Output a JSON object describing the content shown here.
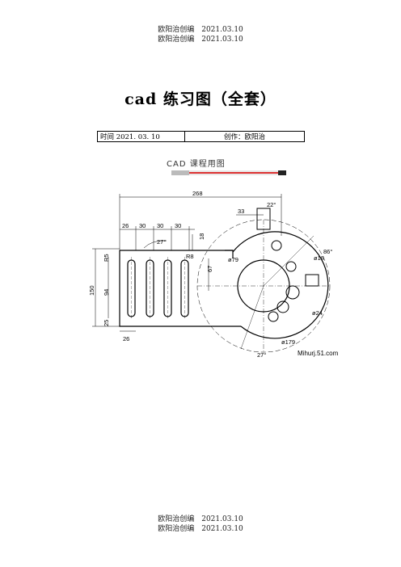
{
  "header": {
    "line1": "欧阳治创编　2021.03.10",
    "line2": "欧阳治创编　2021.03.10"
  },
  "title": "cad 练习图（全套）",
  "info": {
    "time": "时间 2021. 03. 10",
    "author": "创作：欧阳治"
  },
  "course_label": "CAD 课程用图",
  "dimensions": {
    "overall": "268",
    "d1": "26",
    "d2": "30",
    "d3": "30",
    "d4": "30",
    "angle_top": "27°",
    "d33": "33",
    "angle22": "22°",
    "h18": "18",
    "r5": "R5",
    "r8": "R8",
    "v67": "67",
    "v150": "150",
    "v94": "94",
    "v25": "25",
    "b26": "26",
    "phi79": "ø79",
    "phi18": "ø18",
    "a86": "86°",
    "phi24": "ø24",
    "phi179": "ø179",
    "a27b": "27°"
  },
  "watermark": "Mihurj.51.com",
  "footer": {
    "line1": "欧阳治创编　2021.03.10",
    "line2": "欧阳治创编　2021.03.10"
  }
}
